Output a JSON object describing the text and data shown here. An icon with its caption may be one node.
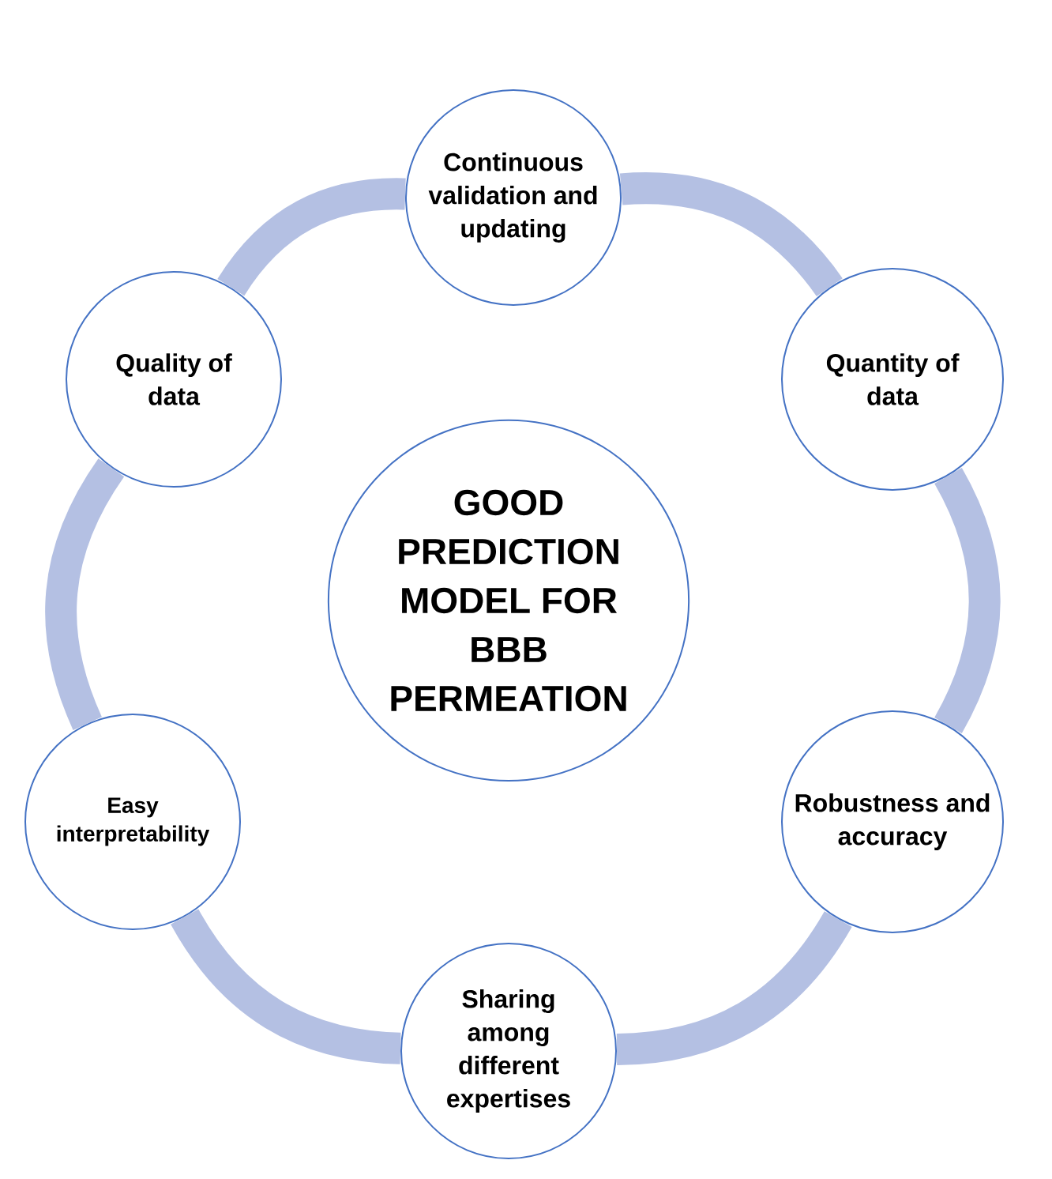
{
  "diagram": {
    "nodes": [
      {
        "text": [
          "Continuous validation and updating"
        ]
      },
      {
        "text": [
          "Quality of data"
        ]
      },
      {
        "text": [
          "Quantity of data"
        ]
      },
      {
        "text": [
          "GOOD PREDICTION MODEL FOR BBB PERMEATION"
        ]
      },
      {
        "text": [
          "Easy interpretability"
        ]
      },
      {
        "text": [
          "Robustness and accuracy"
        ]
      },
      {
        "text": [
          "Sharing among different expertises"
        ]
      }
    ],
    "edges": [
      {
        "from": 0,
        "to": 2,
        "arrow": "none"
      },
      {
        "from": 2,
        "to": 5,
        "arrow": "none"
      },
      {
        "from": 5,
        "to": 6,
        "arrow": "none"
      },
      {
        "from": 6,
        "to": 4,
        "arrow": "none"
      },
      {
        "from": 4,
        "to": 1,
        "arrow": "none"
      },
      {
        "from": 1,
        "to": 0,
        "arrow": "none"
      }
    ]
  }
}
